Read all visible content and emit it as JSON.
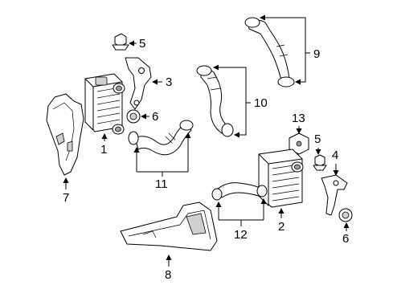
{
  "callouts": [
    {
      "id": "1",
      "text": "1"
    },
    {
      "id": "2",
      "text": "2"
    },
    {
      "id": "3",
      "text": "3"
    },
    {
      "id": "4",
      "text": "4"
    },
    {
      "id": "5a",
      "text": "5"
    },
    {
      "id": "5b",
      "text": "5"
    },
    {
      "id": "6a",
      "text": "6"
    },
    {
      "id": "6b",
      "text": "6"
    },
    {
      "id": "7",
      "text": "7"
    },
    {
      "id": "8",
      "text": "8"
    },
    {
      "id": "9",
      "text": "9"
    },
    {
      "id": "10",
      "text": "10"
    },
    {
      "id": "11",
      "text": "11"
    },
    {
      "id": "12",
      "text": "12"
    },
    {
      "id": "13",
      "text": "13"
    }
  ],
  "colors": {
    "line": "#000000",
    "background": "#ffffff",
    "shade": "#d0d0d0"
  }
}
